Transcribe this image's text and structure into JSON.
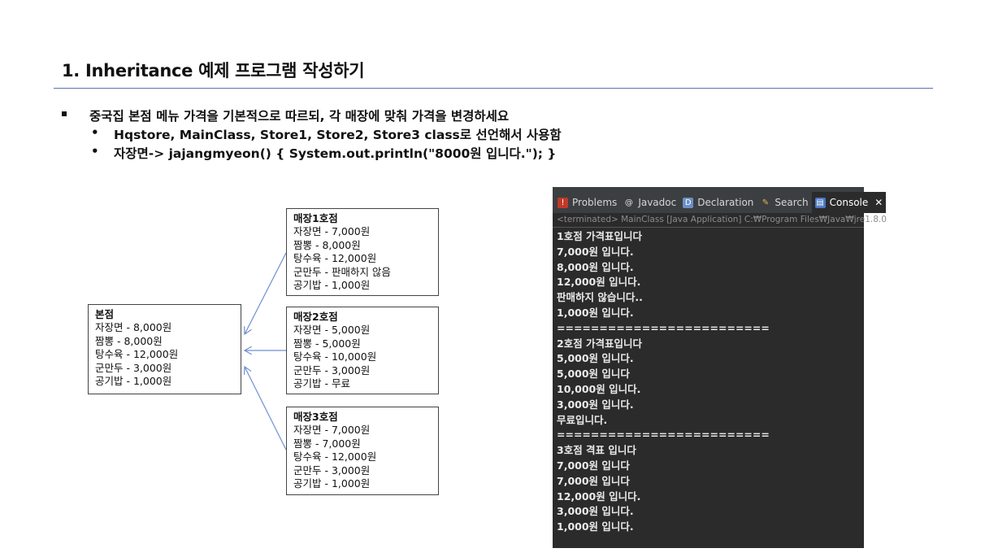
{
  "slide": {
    "title": "1. Inheritance 예제 프로그램 작성하기",
    "bullet_main": "중국집 본점 메뉴 가격을 기본적으로 따르되, 각 매장에 맞춰 가격을 변경하세요",
    "sub_bullets": [
      "Hqstore, MainClass, Store1, Store2, Store3 class로 선언해서 사용함",
      "자장면-> jajangmyeon() { System.out.println(\"8000원 입니다.\"); }"
    ],
    "sub_bullet_symbol": "•"
  },
  "diagram": {
    "hq": {
      "title": "본점",
      "lines": [
        "자장면 - 8,000원",
        "짬뽕 - 8,000원",
        "탕수육 - 12,000원",
        "군만두 - 3,000원",
        "공기밥 - 1,000원"
      ]
    },
    "store1": {
      "title": "매장1호점",
      "lines": [
        "자장면 - 7,000원",
        "짬뽕 - 8,000원",
        "탕수육 - 12,000원",
        "군만두 - 판매하지 않음",
        "공기밥 - 1,000원"
      ]
    },
    "store2": {
      "title": "매장2호점",
      "lines": [
        "자장면 - 5,000원",
        "짬뽕 - 5,000원",
        "탕수육 - 10,000원",
        "군만두 - 3,000원",
        "공기밥 - 무료"
      ]
    },
    "store3": {
      "title": "매장3호점",
      "lines": [
        "자장면 - 7,000원",
        "짬뽕 - 7,000원",
        "탕수육 - 12,000원",
        "군만두 - 3,000원",
        "공기밥 - 1,000원"
      ]
    },
    "arrow_color": "#6f8fd0"
  },
  "ide": {
    "tabs": [
      {
        "label": "Problems",
        "icon": "problems-icon",
        "color": "#c0392b",
        "glyph": "!"
      },
      {
        "label": "Javadoc",
        "icon": "javadoc-icon",
        "color": "#3c3f41",
        "glyph": "@"
      },
      {
        "label": "Declaration",
        "icon": "declaration-icon",
        "color": "#6b8fc7",
        "glyph": "D"
      },
      {
        "label": "Search",
        "icon": "search-icon",
        "color": "#c9a227",
        "glyph": "✎"
      },
      {
        "label": "Console",
        "icon": "console-icon",
        "color": "#4a78c2",
        "glyph": "▤"
      }
    ],
    "close_glyph": "✕",
    "status": "<terminated> MainClass [Java Application] C:₩Program Files₩Java₩jre1.8.0",
    "console_lines": [
      "1호점 가격표입니다",
      "7,000원 입니다.",
      "8,000원 입니다.",
      "12,000원 입니다.",
      "판매하지 않습니다..",
      "1,000원 입니다.",
      "=========================",
      "2호점 가격표입니다",
      "5,000원 입니다.",
      "5,000원 입니다",
      "10,000원 입니다.",
      "3,000원 입니다.",
      "무료입니다.",
      "=========================",
      "3호점 격표 입니다",
      "7,000원 입니다",
      "7,000원 입니다",
      "12,000원 입니다.",
      "3,000원 입니다.",
      "1,000원 입니다."
    ]
  }
}
